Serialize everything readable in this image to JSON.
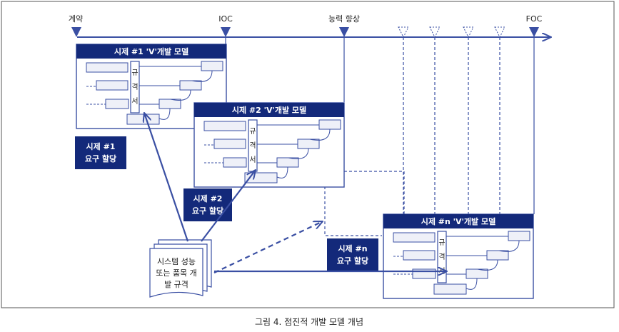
{
  "milestones": [
    "계약",
    "IOC",
    "능력 향상",
    "FOC"
  ],
  "models": [
    {
      "title": "시제 #1 'V'개발 모델",
      "spec_chars": [
        "규",
        "격",
        "서"
      ]
    },
    {
      "title": "시제 #2 'V'개발 모델",
      "spec_chars": [
        "규",
        "격",
        "서"
      ]
    },
    {
      "title": "시제 #n 'V'개발 모델",
      "spec_chars": [
        "규",
        "격",
        "서"
      ]
    }
  ],
  "allocations": [
    {
      "lines": [
        "시제 #1",
        "요구 할당"
      ]
    },
    {
      "lines": [
        "시제 #2",
        "요구 할당"
      ]
    },
    {
      "lines": [
        "시제 #n",
        "요구 할당"
      ]
    }
  ],
  "spec_doc": {
    "lines": [
      "시스템 성능",
      "또는 품목 개",
      "발 규격"
    ]
  },
  "caption": "그림 4. 점진적 개발 모델 개념",
  "colors": {
    "primary": "#3a4fa3",
    "dark": "#13297a",
    "frame": "#555555",
    "box_fill": "#eef0f8"
  }
}
